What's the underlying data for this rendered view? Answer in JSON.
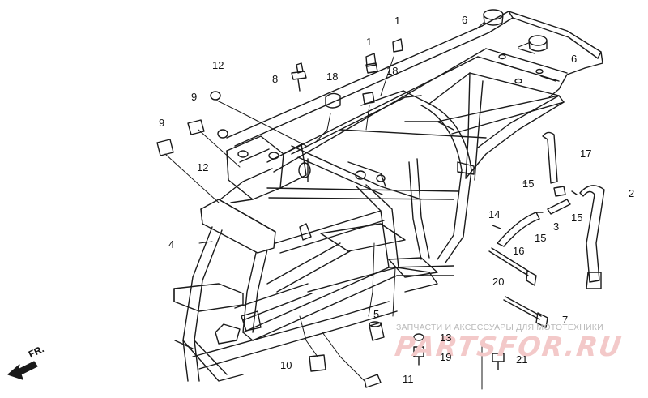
{
  "diagram": {
    "direction_label": "FR.",
    "watermark": {
      "tagline": "ЗАПЧАСТИ И АКСЕССУАРЫ ДЛЯ МОТОТЕХНИКИ",
      "logo": "PARTSFOR.RU"
    },
    "callouts": [
      {
        "id": "c1a",
        "num": "1"
      },
      {
        "id": "c1b",
        "num": "1"
      },
      {
        "id": "c2",
        "num": "2"
      },
      {
        "id": "c3",
        "num": "3"
      },
      {
        "id": "c4",
        "num": "4"
      },
      {
        "id": "c5",
        "num": "5"
      },
      {
        "id": "c6a",
        "num": "6"
      },
      {
        "id": "c6b",
        "num": "6"
      },
      {
        "id": "c7",
        "num": "7"
      },
      {
        "id": "c8",
        "num": "8"
      },
      {
        "id": "c9a",
        "num": "9"
      },
      {
        "id": "c9b",
        "num": "9"
      },
      {
        "id": "c10",
        "num": "10"
      },
      {
        "id": "c11",
        "num": "11"
      },
      {
        "id": "c12a",
        "num": "12"
      },
      {
        "id": "c12b",
        "num": "12"
      },
      {
        "id": "c13",
        "num": "13"
      },
      {
        "id": "c14",
        "num": "14"
      },
      {
        "id": "c15a",
        "num": "15"
      },
      {
        "id": "c15b",
        "num": "15"
      },
      {
        "id": "c15c",
        "num": "15"
      },
      {
        "id": "c16",
        "num": "16"
      },
      {
        "id": "c17",
        "num": "17"
      },
      {
        "id": "c18a",
        "num": "18"
      },
      {
        "id": "c18b",
        "num": "18"
      },
      {
        "id": "c19",
        "num": "19"
      },
      {
        "id": "c20",
        "num": "20"
      },
      {
        "id": "c21",
        "num": "21"
      }
    ]
  }
}
